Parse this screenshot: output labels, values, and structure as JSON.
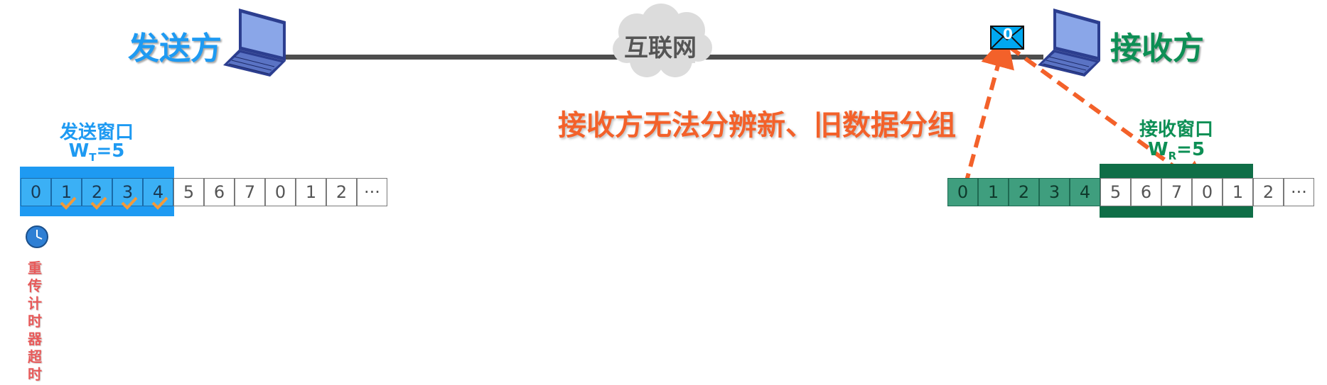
{
  "sender_label": "发送方",
  "receiver_label": "接收方",
  "network_label": "互联网",
  "envelope_seq": "0",
  "mid_message": "接收方无法分辨新、旧数据分组",
  "sender_window": {
    "caption": "发送窗口",
    "size_main": "W",
    "size_sub": "T",
    "size_value": "=5",
    "cells": [
      "0",
      "1",
      "2",
      "3",
      "4",
      "5",
      "6",
      "7",
      "0",
      "1",
      "2",
      "···"
    ],
    "window_count": 5,
    "acked_indices": [
      1,
      2,
      3,
      4
    ]
  },
  "receiver_window": {
    "caption": "接收窗口",
    "size_main": "W",
    "size_sub": "R",
    "size_value": "=5",
    "cells": [
      "0",
      "1",
      "2",
      "3",
      "4",
      "5",
      "6",
      "7",
      "0",
      "1",
      "2",
      "···"
    ],
    "received_count": 5,
    "window_count": 5
  },
  "timeout_label": "重传计时器超时",
  "colors": {
    "sender": "#1E9AF2",
    "receiver": "#0D8F55",
    "alert": "#F3612A",
    "timeout": "#E85A5A",
    "link": "#4d4d4d"
  }
}
